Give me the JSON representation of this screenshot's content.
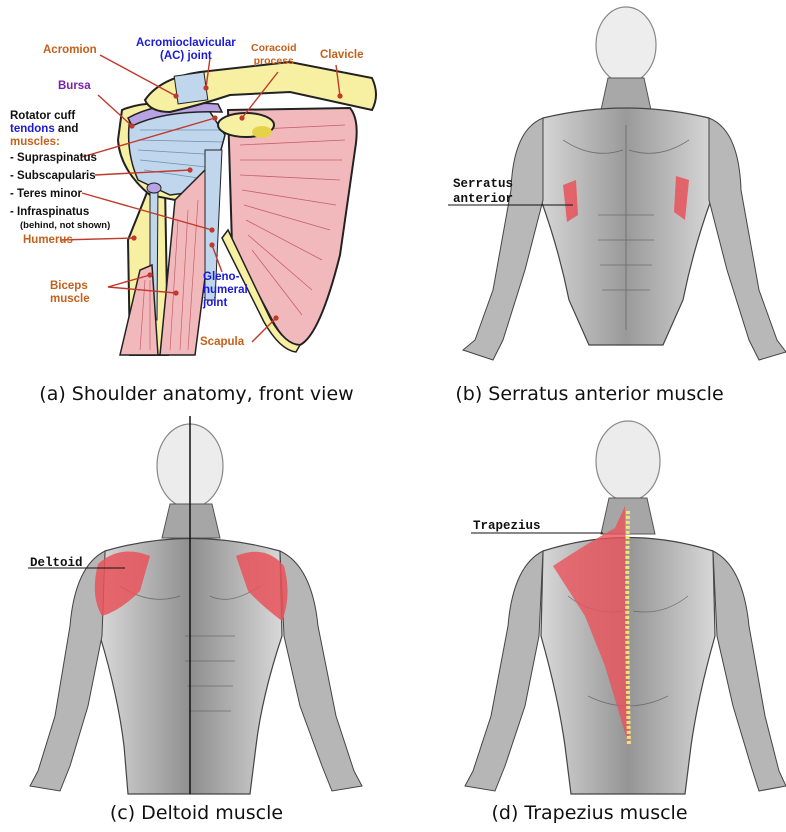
{
  "panels": [
    {
      "caption": "(a) Shoulder anatomy, front view"
    },
    {
      "caption": "(b) Serratus anterior muscle"
    },
    {
      "caption": "(c) Deltoid muscle"
    },
    {
      "caption": "(d) Trapezius muscle"
    }
  ],
  "shoulder_labels": {
    "acromion": "Acromion",
    "ac_joint_1": "Acromioclavicular",
    "ac_joint_2": "(AC) joint",
    "coracoid_1": "Coracoid",
    "coracoid_2": "process",
    "clavicle": "Clavicle",
    "bursa": "Bursa",
    "rotator_1": "Rotator cuff",
    "rotator_tendons": "tendons",
    "rotator_and": " and",
    "rotator_muscles": "muscles:",
    "supraspinatus": "- Supraspinatus",
    "subscapularis": "- Subscapularis",
    "teres_minor": "- Teres minor",
    "infraspinatus": "- Infraspinatus",
    "infraspinatus_note": "(behind, not shown)",
    "humerus": "Humerus",
    "biceps_1": "Biceps",
    "biceps_2": "muscle",
    "gleno_1": "Gleno-",
    "gleno_2": "humeral",
    "gleno_3": "joint",
    "scapula": "Scapula"
  },
  "muscle_labels": {
    "serratus_1": "Serratus",
    "serratus_2": "anterior",
    "deltoid": "Deltoid",
    "trapezius": "Trapezius"
  },
  "colors": {
    "bone": "#f7f0a2",
    "cartilage": "#bfd6ec",
    "muscle": "#f2b9bd",
    "bursa": "#b9a3e3",
    "highlight": "#e8525a",
    "leader": "#c0392b",
    "spine": "#f1e27a"
  }
}
